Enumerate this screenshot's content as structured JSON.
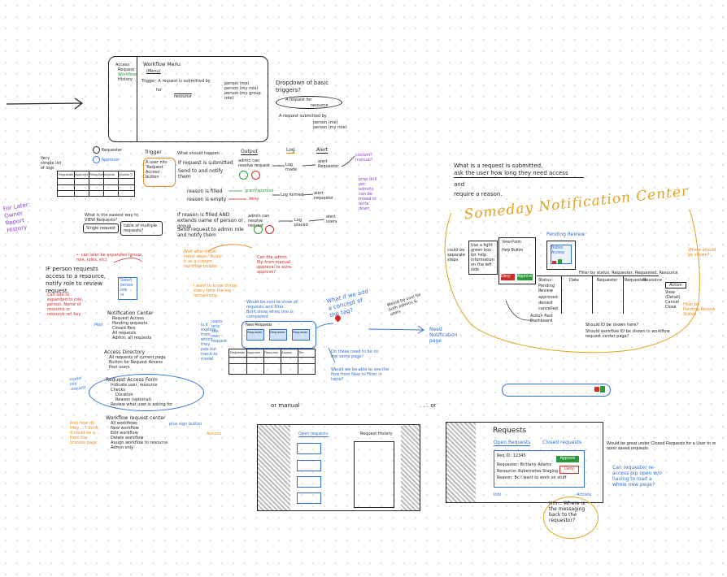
{
  "workflow_menu": {
    "side_items": [
      "Access",
      "Request",
      "Workflow",
      "History"
    ],
    "title": "Workflow Menu",
    "subtitle": "(Menu)",
    "trigger_line": "Trigger: A request is submitted by",
    "for_label": "for",
    "resource_label": "resource",
    "persons": [
      "person (me)",
      "person (my role)",
      "person (my group role)"
    ]
  },
  "dropdown_note": {
    "title": "Dropdown of basic triggers?",
    "option1": "A request for",
    "option1_value": "resource",
    "option2": "A request submitted by",
    "option2_values": [
      "person (me)",
      "person (my role)"
    ]
  },
  "requester_table": {
    "side_note": "Very simple list of logs",
    "legend_requester": "Requester",
    "legend_approver": "Approver",
    "headers": [
      "Requester",
      "Approver",
      "Resource",
      "Access",
      "Access Ti"
    ]
  },
  "trigger_flow": {
    "headers": [
      "Trigger",
      "What should happen",
      "Output",
      "Log",
      "Alert"
    ],
    "trigger_box": "A user hits 'Request Access' button",
    "row1_condition": "If request is submitted",
    "row1_action": "Send to and notify them",
    "row1_output": "admin can resolve request",
    "row1_log": "Log made",
    "row1_alert": "alert Requestor",
    "row2_condition": "reason is filled",
    "row2_result": "grant/approve",
    "row3_condition": "reason is empty",
    "row3_result": "deny",
    "row23_log": "Log formed",
    "row23_alert": "alert requester",
    "row4_condition": "If reason is filled AND extends name of person or group",
    "row4_action": "Send request to admin role and notify them",
    "row4_output": "admin can resolve request",
    "row4_log": "Log placed",
    "row4_alert": "alert users",
    "custom_note": "custom? manual?",
    "prop_note": "prop drill per. admins can be mixed or write down"
  },
  "left_notes": {
    "for_later": "For Later: Owner Report History",
    "view_requests": "What is the easiest way to VIEW Requests?",
    "single_request": "Single request",
    "table_requests": "table of multiple requests?"
  },
  "if_section": {
    "line1": "IF person requests access to a resource, notify role to review request.",
    "annotation": "← can later be expanded (group role, roles, etc)",
    "side_note": "Can late to expanded to role, person. Name of resource or resource ref. key",
    "select_items": [
      "Select",
      "person",
      "role",
      "or"
    ]
  },
  "notification_center_list": {
    "title": "Notification Center",
    "items": [
      "Request Access",
      "Pending requests",
      "Closed Req",
      "All requests",
      "Admin: all requests"
    ],
    "past_label": "Past"
  },
  "access_directory": {
    "title": "Access Directory",
    "items": [
      "All requests of current page",
      "Button for Request Access",
      "Past users"
    ]
  },
  "request_access_form": {
    "title": "Request Access Form",
    "items": [
      "Indicate user, resource",
      "Checks",
      "Duration",
      "Reason (optional)",
      "Review what user is asking for"
    ],
    "margin_note": "modal like request"
  },
  "workflow_request_center": {
    "title": "Workflow request center",
    "items": [
      "All workflows",
      "New workflow",
      "Edit workflow",
      "Delete workflow",
      "Assign workflow to resource",
      "Admin only"
    ],
    "sub_note": "plus sign button",
    "actions": "Actions"
  },
  "mid_notes": {
    "orange1": "Wait after these initial steps? Build it as a custom workflow builder",
    "orange2": "I want to know things every time the log recognizing",
    "red_note": "Can the admin flip from manual approval to auto-approve?",
    "explore": "Is it explore from which they pop out mech to model",
    "users_note": "users only see own request",
    "blue1": "Would be cool to show all requests and filter",
    "blue2": "Both show when one is completed",
    "what_if": "What if we add a concept of the tag?",
    "do_these": "Do these need to be on the same page?",
    "would_we": "Would we be able to see the flow from New to Filter in table?",
    "would_be_cool": "Would be cool for both admins & users",
    "need_page": "Need Notification page",
    "new_requests": "New Requests",
    "card_items": [
      "Requester",
      "Requester",
      "Requester"
    ],
    "small_table_headers": [
      "Requester",
      "Approver",
      "Resource",
      "Access",
      "Tim"
    ]
  },
  "sunday_note": {
    "line1": "What is a request is submitted,",
    "line2": "ask the user how long they need access",
    "line3": "and",
    "line4": "require a reason."
  },
  "notification_center_sketch": {
    "title": "Someday Notification Center",
    "pending_review": "Pending Review",
    "card_labels": [
      "Button",
      "Access"
    ],
    "filter_label": "Filter by status, Requester, Requested, Resource",
    "status_items": [
      "Status",
      "Pending Review",
      "approved",
      "denied",
      "cancelled"
    ],
    "table_headers": [
      "Date",
      "Requester",
      "Requested",
      "Resource"
    ],
    "action_label": "Action",
    "action_items": [
      "View (Detail)",
      "Cancel",
      "Close"
    ],
    "notes": [
      "Should ID be shown here?",
      "Should workflow ID be shown in workflow request center page?"
    ],
    "could_note": "could be separate steps",
    "help_popup": "Use a light green box for help information on the left side",
    "view_form": "View Form",
    "approve_label": "Approve",
    "deny_label": "Deny",
    "help_text": "Help Button",
    "side_orange": "Where should be shown?",
    "status_note": "Filter by Pending Review Status",
    "pop_note": "Action Past Dashboard"
  },
  "bottom_sketches": {
    "or_manual": "or manual",
    "dots_or": ". . . or",
    "open_requests": "Open requests",
    "request_history": "Request History",
    "requests_title": "Requests",
    "closed_tab": "Closed requests",
    "open_tab": "Open Requests",
    "req_id": "Req ID: 12345",
    "requester": "Requester: Brittany Adams",
    "resource": "Resource: Kubernetes Staging",
    "reason": "Reason: Bc I want to work on stuff",
    "approve": "Approve",
    "deny": "Deny",
    "info": "Info",
    "actions": "Actions",
    "bubble": "Hm... Where is the messaging back to the requestor?",
    "typed_note": "Would be great under Closed Requests for a User to re oooo saved requests",
    "blue_note": "Can requester re-access pip open w/o having to load a whole new page?"
  }
}
